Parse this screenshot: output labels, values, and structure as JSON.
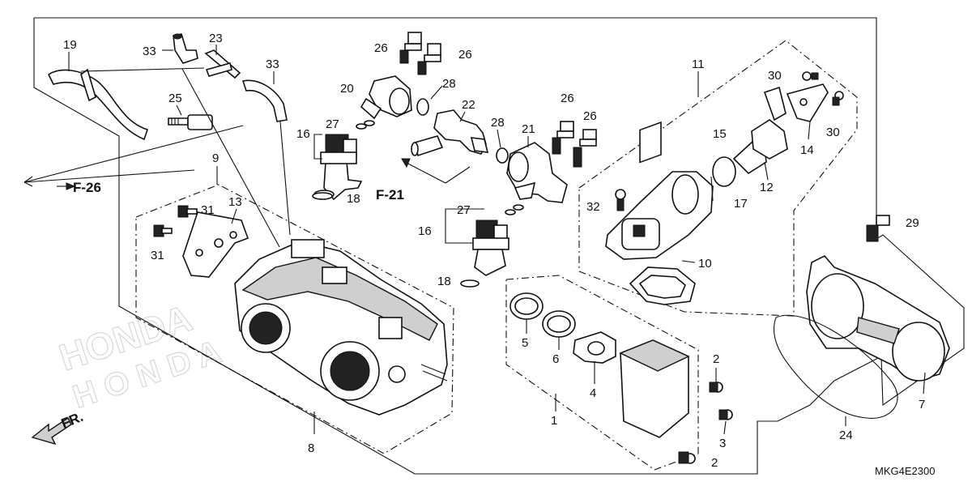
{
  "diagram": {
    "code": "MKG4E2300",
    "refs": {
      "f26": "F-26",
      "f21": "F-21",
      "fr": "FR."
    },
    "labels": {
      "n19": "19",
      "n33a": "33",
      "n23": "23",
      "n33b": "33",
      "n25": "25",
      "n9": "9",
      "n13": "13",
      "n31a": "31",
      "n31b": "31",
      "n8": "8",
      "n26a": "26",
      "n26b": "26",
      "n20": "20",
      "n28a": "28",
      "n22": "22",
      "n27a": "27",
      "n16a": "16",
      "n18a": "18",
      "n28b": "28",
      "n21": "21",
      "n26c": "26",
      "n26d": "26",
      "n27b": "27",
      "n16b": "16",
      "n18b": "18",
      "n11": "11",
      "n30a": "30",
      "n30b": "30",
      "n15": "15",
      "n14": "14",
      "n12": "12",
      "n32": "32",
      "n17": "17",
      "n10": "10",
      "n29": "29",
      "n5": "5",
      "n6": "6",
      "n4": "4",
      "n1": "1",
      "n2a": "2",
      "n2b": "2",
      "n3": "3",
      "n7": "7",
      "n24": "24"
    }
  }
}
